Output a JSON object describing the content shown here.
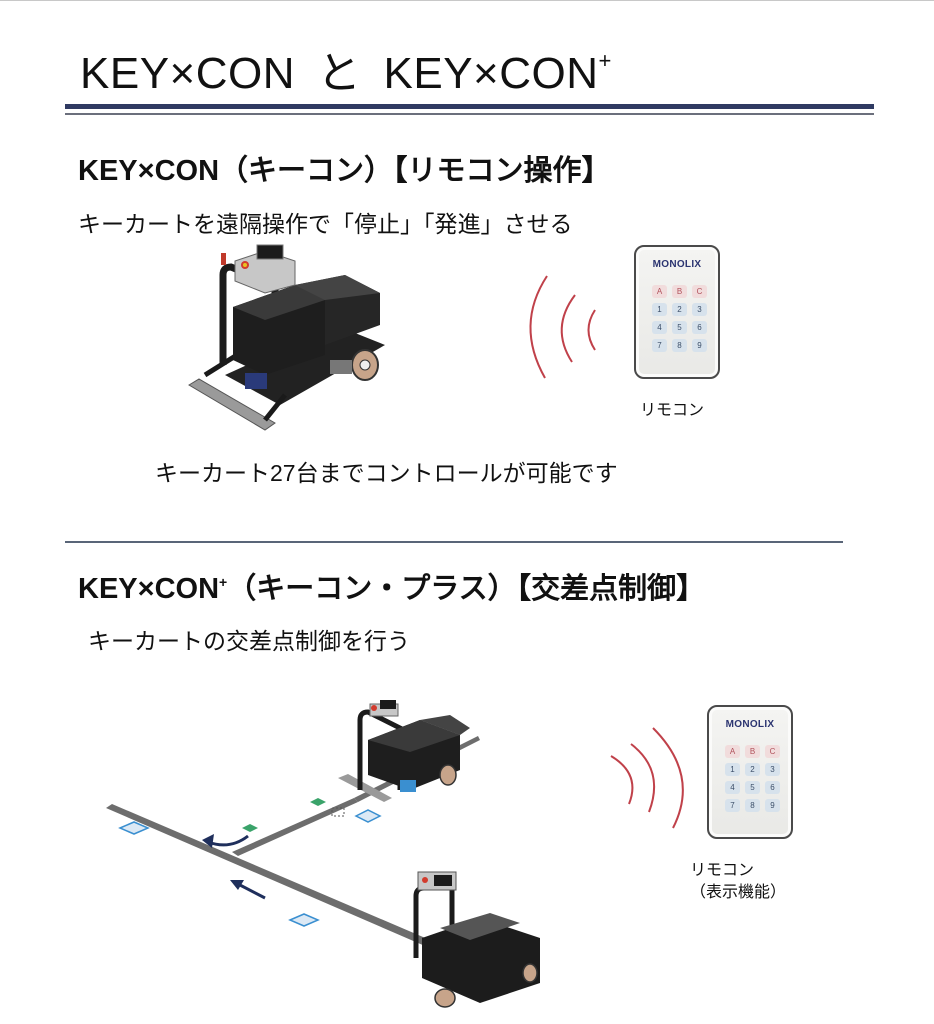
{
  "page": {
    "title": {
      "part1": "KEY×CON",
      "connector": "と",
      "part2": "KEY×CON",
      "part2_sup": "+"
    },
    "colors": {
      "rule_navy": "#2f3a62",
      "rule_gray": "#6b6f7c",
      "wave_red": "#c0414a",
      "arrow_navy": "#1f2f5c",
      "marker_green": "#3aa36a",
      "marker_blue": "#3a8fd0",
      "track_gray": "#6d6d6d"
    }
  },
  "section1": {
    "heading": "KEY×CON（キーコン）【リモコン操作】",
    "description": "キーカートを遠隔操作で「停止」「発進」させる",
    "cart_icon": "keycart-illustration",
    "signal_icon": "wireless-signal-waves",
    "remote": {
      "brand": "MONOLIX",
      "keys": [
        "A",
        "B",
        "C",
        "1",
        "2",
        "3",
        "4",
        "5",
        "6",
        "7",
        "8",
        "9"
      ],
      "caption": "リモコン"
    },
    "note": "キーカート27台までコントロールが可能です"
  },
  "section2": {
    "heading_main": "KEY×CON",
    "heading_sup": "+",
    "heading_rest": "（キーコン・プラス）【交差点制御】",
    "description": "キーカートの交差点制御を行う",
    "diagram_icon": "intersection-track-with-two-keycarts",
    "signal_icon": "wireless-signal-waves",
    "remote": {
      "brand": "MONOLIX",
      "keys": [
        "A",
        "B",
        "C",
        "1",
        "2",
        "3",
        "4",
        "5",
        "6",
        "7",
        "8",
        "9"
      ],
      "caption_line1": "リモコン",
      "caption_line2": "（表示機能）"
    }
  }
}
